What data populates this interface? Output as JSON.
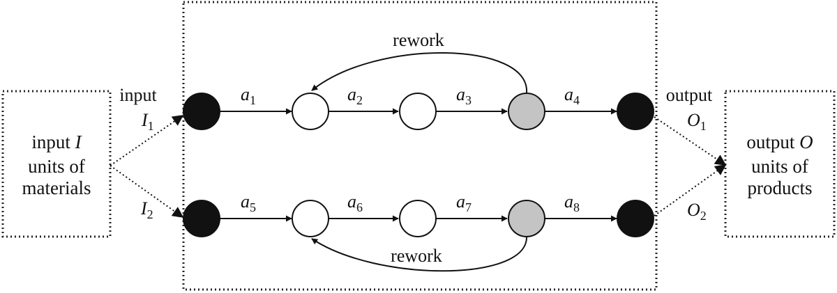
{
  "input_box": {
    "line1": "input",
    "line1_var": "I",
    "line2": "units of",
    "line3": "materials"
  },
  "output_box": {
    "line1": "output",
    "line1_var": "O",
    "line2": "units of",
    "line3": "products"
  },
  "input_label": "input",
  "output_label": "output",
  "flows": {
    "i1": {
      "var": "I",
      "sub": "1"
    },
    "i2": {
      "var": "I",
      "sub": "2"
    },
    "o1": {
      "var": "O",
      "sub": "1"
    },
    "o2": {
      "var": "O",
      "sub": "2"
    }
  },
  "rework_top": "rework",
  "rework_bottom": "rework",
  "arcs": [
    {
      "var": "a",
      "sub": "1"
    },
    {
      "var": "a",
      "sub": "2"
    },
    {
      "var": "a",
      "sub": "3"
    },
    {
      "var": "a",
      "sub": "4"
    },
    {
      "var": "a",
      "sub": "5"
    },
    {
      "var": "a",
      "sub": "6"
    },
    {
      "var": "a",
      "sub": "7"
    },
    {
      "var": "a",
      "sub": "8"
    }
  ],
  "colors": {
    "black_node": "#111111",
    "white_node": "#ffffff",
    "grey_node": "#c4c4c4",
    "stroke": "#111111"
  }
}
